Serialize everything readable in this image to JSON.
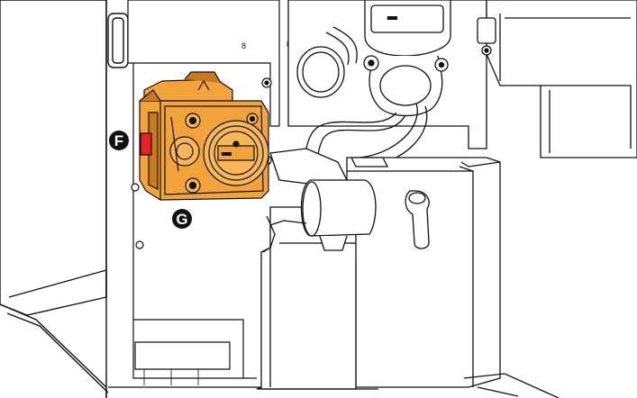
{
  "callouts": [
    {
      "id": "F",
      "label": "F"
    },
    {
      "id": "G",
      "label": "G"
    }
  ],
  "markings": {
    "numeral_left": "8",
    "numeral_right": "8"
  },
  "colors": {
    "highlight_part": "#F2A33A",
    "highlight_shadow": "#C97A1C",
    "release_tab": "#E8202A",
    "line_art": "#111111",
    "panel_fill": "#FFFFFF"
  }
}
